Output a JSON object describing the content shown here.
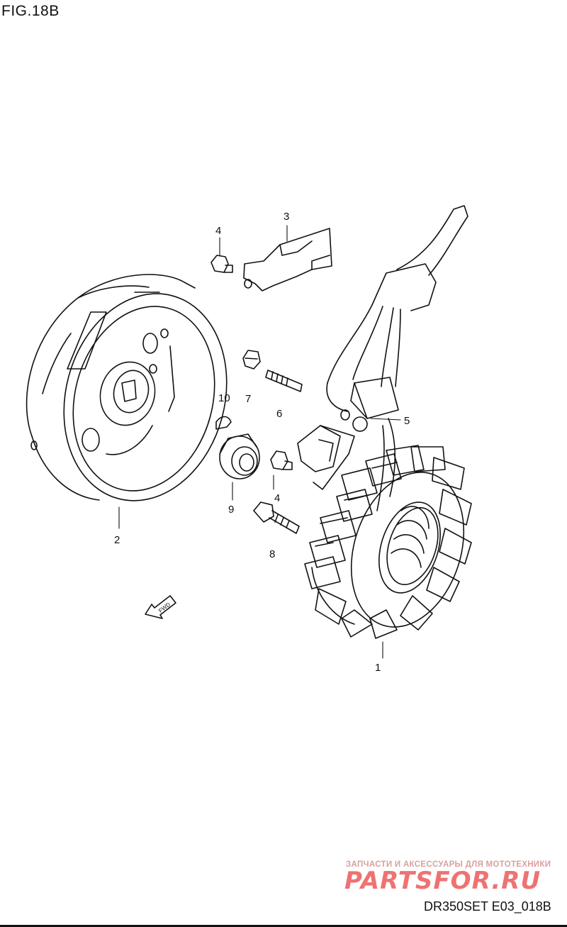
{
  "figure": {
    "title": "FIG.18B",
    "drawing_code": "DR350SET E03_018B"
  },
  "direction_arrow": {
    "label": "FWD"
  },
  "watermark": {
    "tagline": "ЗАПЧАСТИ И АКСЕССУАРЫ ДЛЯ МОТОТЕХНИКИ",
    "brand": "PARTSFOR.RU"
  },
  "callouts": {
    "c1": "1",
    "c2": "2",
    "c3": "3",
    "c4a": "4",
    "c4b": "4",
    "c5": "5",
    "c6": "6",
    "c7": "7",
    "c8": "8",
    "c9": "9",
    "c10": "10"
  }
}
